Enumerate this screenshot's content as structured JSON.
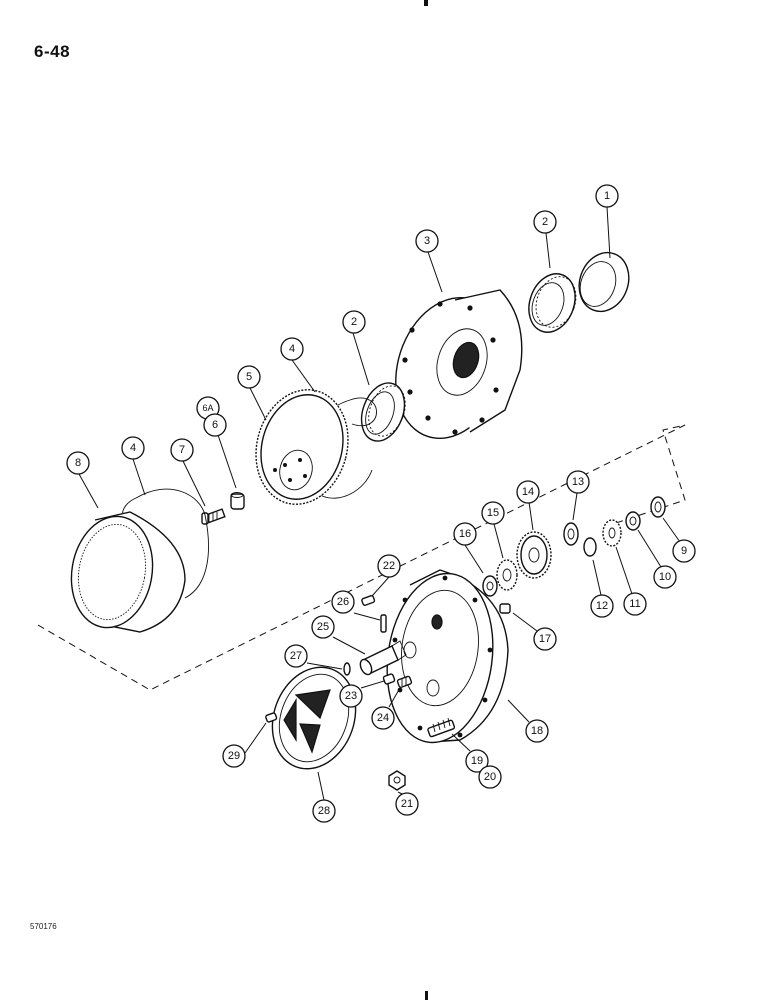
{
  "page_number": "6-48",
  "figure_code": "570176",
  "callouts": [
    {
      "id": "c1",
      "label": "1"
    },
    {
      "id": "c2a",
      "label": "2"
    },
    {
      "id": "c3",
      "label": "3"
    },
    {
      "id": "c2b",
      "label": "2"
    },
    {
      "id": "c4a",
      "label": "4"
    },
    {
      "id": "c5",
      "label": "5"
    },
    {
      "id": "c6a",
      "label": "6A"
    },
    {
      "id": "c6",
      "label": "6"
    },
    {
      "id": "c7",
      "label": "7"
    },
    {
      "id": "c4b",
      "label": "4"
    },
    {
      "id": "c8",
      "label": "8"
    },
    {
      "id": "c13",
      "label": "13"
    },
    {
      "id": "c14",
      "label": "14"
    },
    {
      "id": "c15",
      "label": "15"
    },
    {
      "id": "c16",
      "label": "16"
    },
    {
      "id": "c9",
      "label": "9"
    },
    {
      "id": "c10",
      "label": "10"
    },
    {
      "id": "c11",
      "label": "11"
    },
    {
      "id": "c12",
      "label": "12"
    },
    {
      "id": "c22",
      "label": "22"
    },
    {
      "id": "c26",
      "label": "26"
    },
    {
      "id": "c25",
      "label": "25"
    },
    {
      "id": "c17",
      "label": "17"
    },
    {
      "id": "c27",
      "label": "27"
    },
    {
      "id": "c23",
      "label": "23"
    },
    {
      "id": "c24",
      "label": "24"
    },
    {
      "id": "c18",
      "label": "18"
    },
    {
      "id": "c29",
      "label": "29"
    },
    {
      "id": "c19",
      "label": "19"
    },
    {
      "id": "c20",
      "label": "20"
    },
    {
      "id": "c28",
      "label": "28"
    },
    {
      "id": "c21",
      "label": "21"
    }
  ]
}
